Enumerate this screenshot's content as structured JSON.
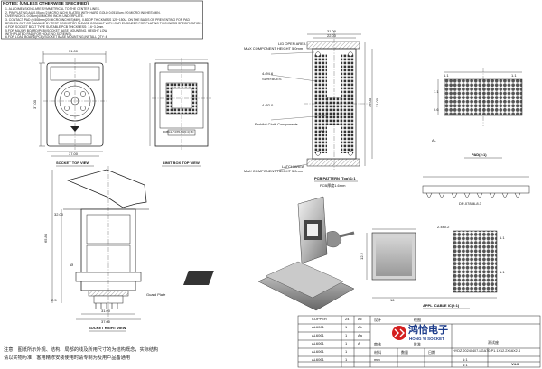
{
  "notes": {
    "title": "NOTES: (UNLESS OTHERWISE SPECIFIED)",
    "lines": [
      "1. ALL DIMENSIONS ARE SYMMETRICAL TO THE CENTER LINES.",
      "2. PIN PLATING:AU 0.05um (2 MICRO INCH) PLATED WITH HARD GOLD 0.051.0um (20 MICRO INCHES) MIN.",
      "OVER NICKEL 0.05um(40 MICRO INCH) UNDERPLATE.",
      "3. CONTACT PAD (0.508mm(20 MICRO INCHES)MIN), 0.8DOP THICKNESS 125~150U. ON THE BASIS OF PREVENTING FOR PAD",
      "BROKEN OUT OR DAMAGE BY TEST SOCKETOR PLEASE CONSULT WITH OUR ENGINEER FOR PLATING THICKNESS SPECIFICATION.",
      "4.FOR SOCKET BOLT TYPE SUITABLE PCB THICKNESS: 1.6~3.2mm.",
      "5.FOR MAJOR BOARD(PCB)/SOCKET BASE MOUNTING, HEIGHT LOW",
      "WITH PLATED PAD (FOR HOLE NO SCREWS).",
      "6.FOR LOAD BOARD(PCB)/SOCKET BASE MOUNTING,INSTALL QTY: 4."
    ]
  },
  "views": {
    "socket_top": "SOCKET TOP VIEW",
    "limit_box_top": "LIMIT BOX TOP VIEW",
    "socket_right": "SOCKET RIGHT VIEW",
    "pcb_pattern": "PCB PATTERN (Top) 1:1",
    "pcb_thickness": "PCB厚度1.6mm",
    "pad": "PAD(2:1)",
    "applicable_ic": "APPL ICABLE IC(2:1)"
  },
  "callouts": {
    "lid_open_area": "LID OPEN AREA",
    "max_component_top": "MAX COMPONENT HEIGHT 5.0mm",
    "latch_area": "LATCH AREA",
    "max_component_bottom": "MAX COMPONENT HEIGHT 5.0mm",
    "surfaces": "SURFACES",
    "prohibit": "Prohibit Cloth Components",
    "guard_plate": "Guard Plate",
    "a1": "A1",
    "dp_part": "DP-07886-8.3",
    "pcb_mark": "PCBG1-7.0X5-S0(0.4) 6C"
  },
  "dimensions": {
    "top_width": "31.00",
    "top_width2": "37.00",
    "top_height": "37.00",
    "pcb_w1": "31.00",
    "pcb_w2": "22.00",
    "pcb_h": "36.00",
    "pcb_h2": "31.00",
    "hole_d": "4-Ø4.6",
    "pcb_small1": "4-Ø2.0",
    "pad_1_1": "1.1",
    "pad_1_1b": "1.1",
    "pad_side": "1.1",
    "pad_0_6": "0.6",
    "right_h": "65.80",
    "right_w1": "31.00",
    "right_w2": "37.00",
    "right_small": "2.5",
    "right_small2": "32.00",
    "ic_pitch": "2.4±0.2",
    "ic_w": "16",
    "ic_h": "12.2",
    "ic_side": "1.1",
    "ic_pitch2": "1.1",
    "phi": "Ø"
  },
  "title_block": {
    "rows": [
      {
        "name": "COPPER",
        "qty": "24",
        "rev": "Ac"
      },
      {
        "name": "AL6061",
        "qty": "1",
        "rev": "Ab"
      },
      {
        "name": "AL6061",
        "qty": "1",
        "rev": "Aa"
      },
      {
        "name": "AL6061",
        "qty": "1",
        "rev": "A"
      },
      {
        "name": "AL6061",
        "qty": "1",
        "rev": ""
      },
      {
        "name": "AL6061",
        "qty": "1",
        "rev": ""
      }
    ],
    "company_cn": "鸿怡电子",
    "company_en": "HONG YI SOCKET",
    "part_no": "HYDZ.20240407-LGA70-P1.1X12.2X16X2.4",
    "scale": "1:1",
    "scale2": "1:1",
    "sheet_no": "V4.0",
    "checked": "测试座",
    "designed": "设计",
    "audit": "审核",
    "approved": "批准",
    "date_label": "日期",
    "drawn": "绘图",
    "material": "材料",
    "qty_label": "数量",
    "unit": "mm"
  },
  "footer": {
    "line1": "注意：图纸所示外观、结构、局部的线及所用尺寸的为结构概念，实际结构",
    "line2": "请以实物为准，客用精修安装使用时请专制为及用户品备通用"
  },
  "colors": {
    "line": "#222222",
    "hatch": "#555555",
    "logo_red": "#d42020",
    "logo_blue": "#1b3b8a",
    "photo_gray": "#9a9a9a"
  }
}
